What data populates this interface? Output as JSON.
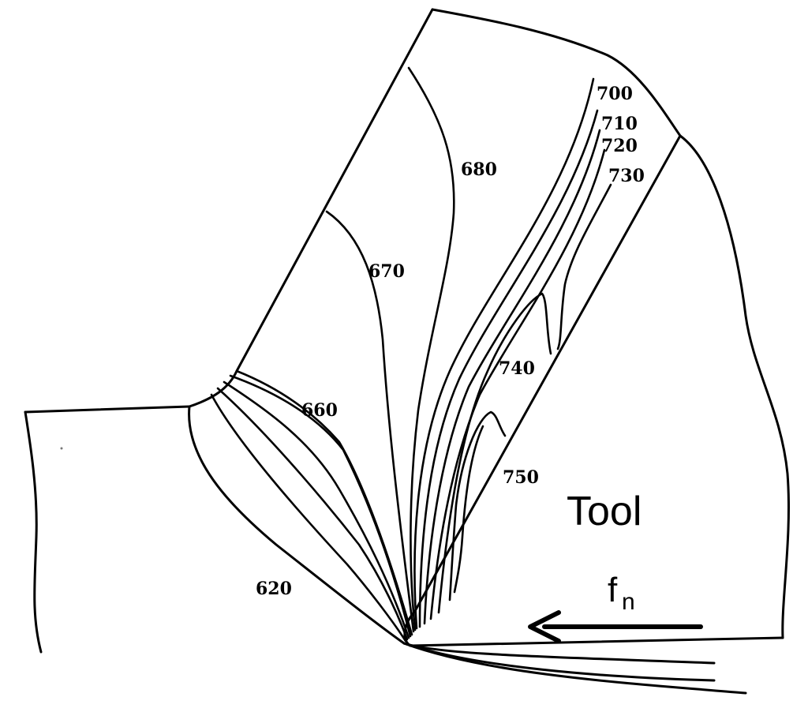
{
  "labels": {
    "iso_620": "620",
    "iso_660": "660",
    "iso_670": "670",
    "iso_680": "680",
    "iso_700": "700",
    "iso_710": "710",
    "iso_720": "720",
    "iso_730": "730",
    "iso_740": "740",
    "iso_750": "750",
    "tool": "Tool",
    "force_main": "f",
    "force_sub": "n"
  }
}
